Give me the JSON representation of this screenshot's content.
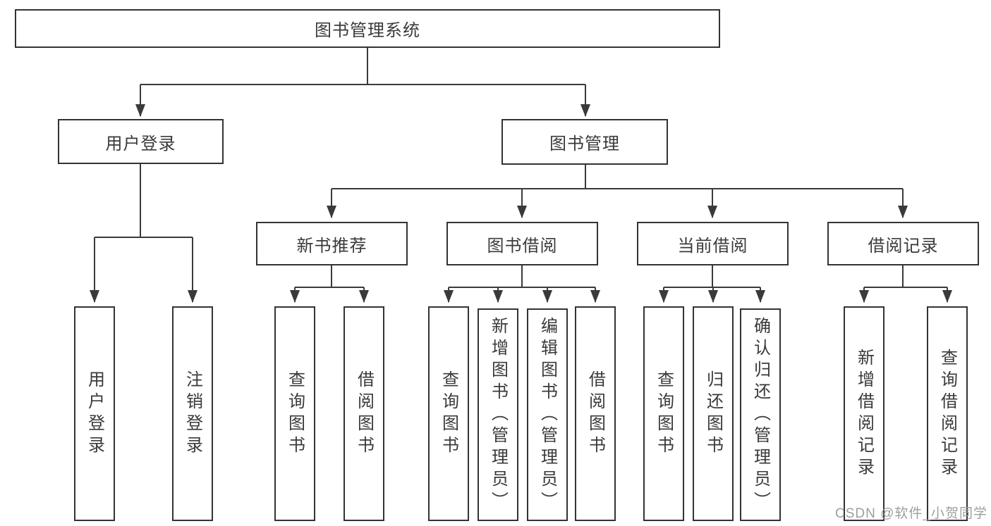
{
  "tree": {
    "label": "图书管理系统",
    "children": [
      {
        "label": "用户登录",
        "children": [
          {
            "label": "用户登录"
          },
          {
            "label": "注销登录"
          }
        ]
      },
      {
        "label": "图书管理",
        "children": [
          {
            "label": "新书推荐",
            "children": [
              {
                "label": "查询图书"
              },
              {
                "label": "借阅图书"
              }
            ]
          },
          {
            "label": "图书借阅",
            "children": [
              {
                "label": "查询图书"
              },
              {
                "label": "新增图书（管理员）"
              },
              {
                "label": "编辑图书（管理员）"
              },
              {
                "label": "借阅图书"
              }
            ]
          },
          {
            "label": "当前借阅",
            "children": [
              {
                "label": "查询图书"
              },
              {
                "label": "归还图书"
              },
              {
                "label": "确认归还（管理员）"
              }
            ]
          },
          {
            "label": "借阅记录",
            "children": [
              {
                "label": "新增借阅记录"
              },
              {
                "label": "查询借阅记录"
              }
            ]
          }
        ]
      }
    ]
  },
  "watermark": {
    "text": "CSDN @软件_小贺同学"
  },
  "colors": {
    "line": "#3a3a3a",
    "box_border": "#333333",
    "text": "#3a3a3a",
    "background": "#ffffff",
    "watermark": "#9e9e9e"
  }
}
